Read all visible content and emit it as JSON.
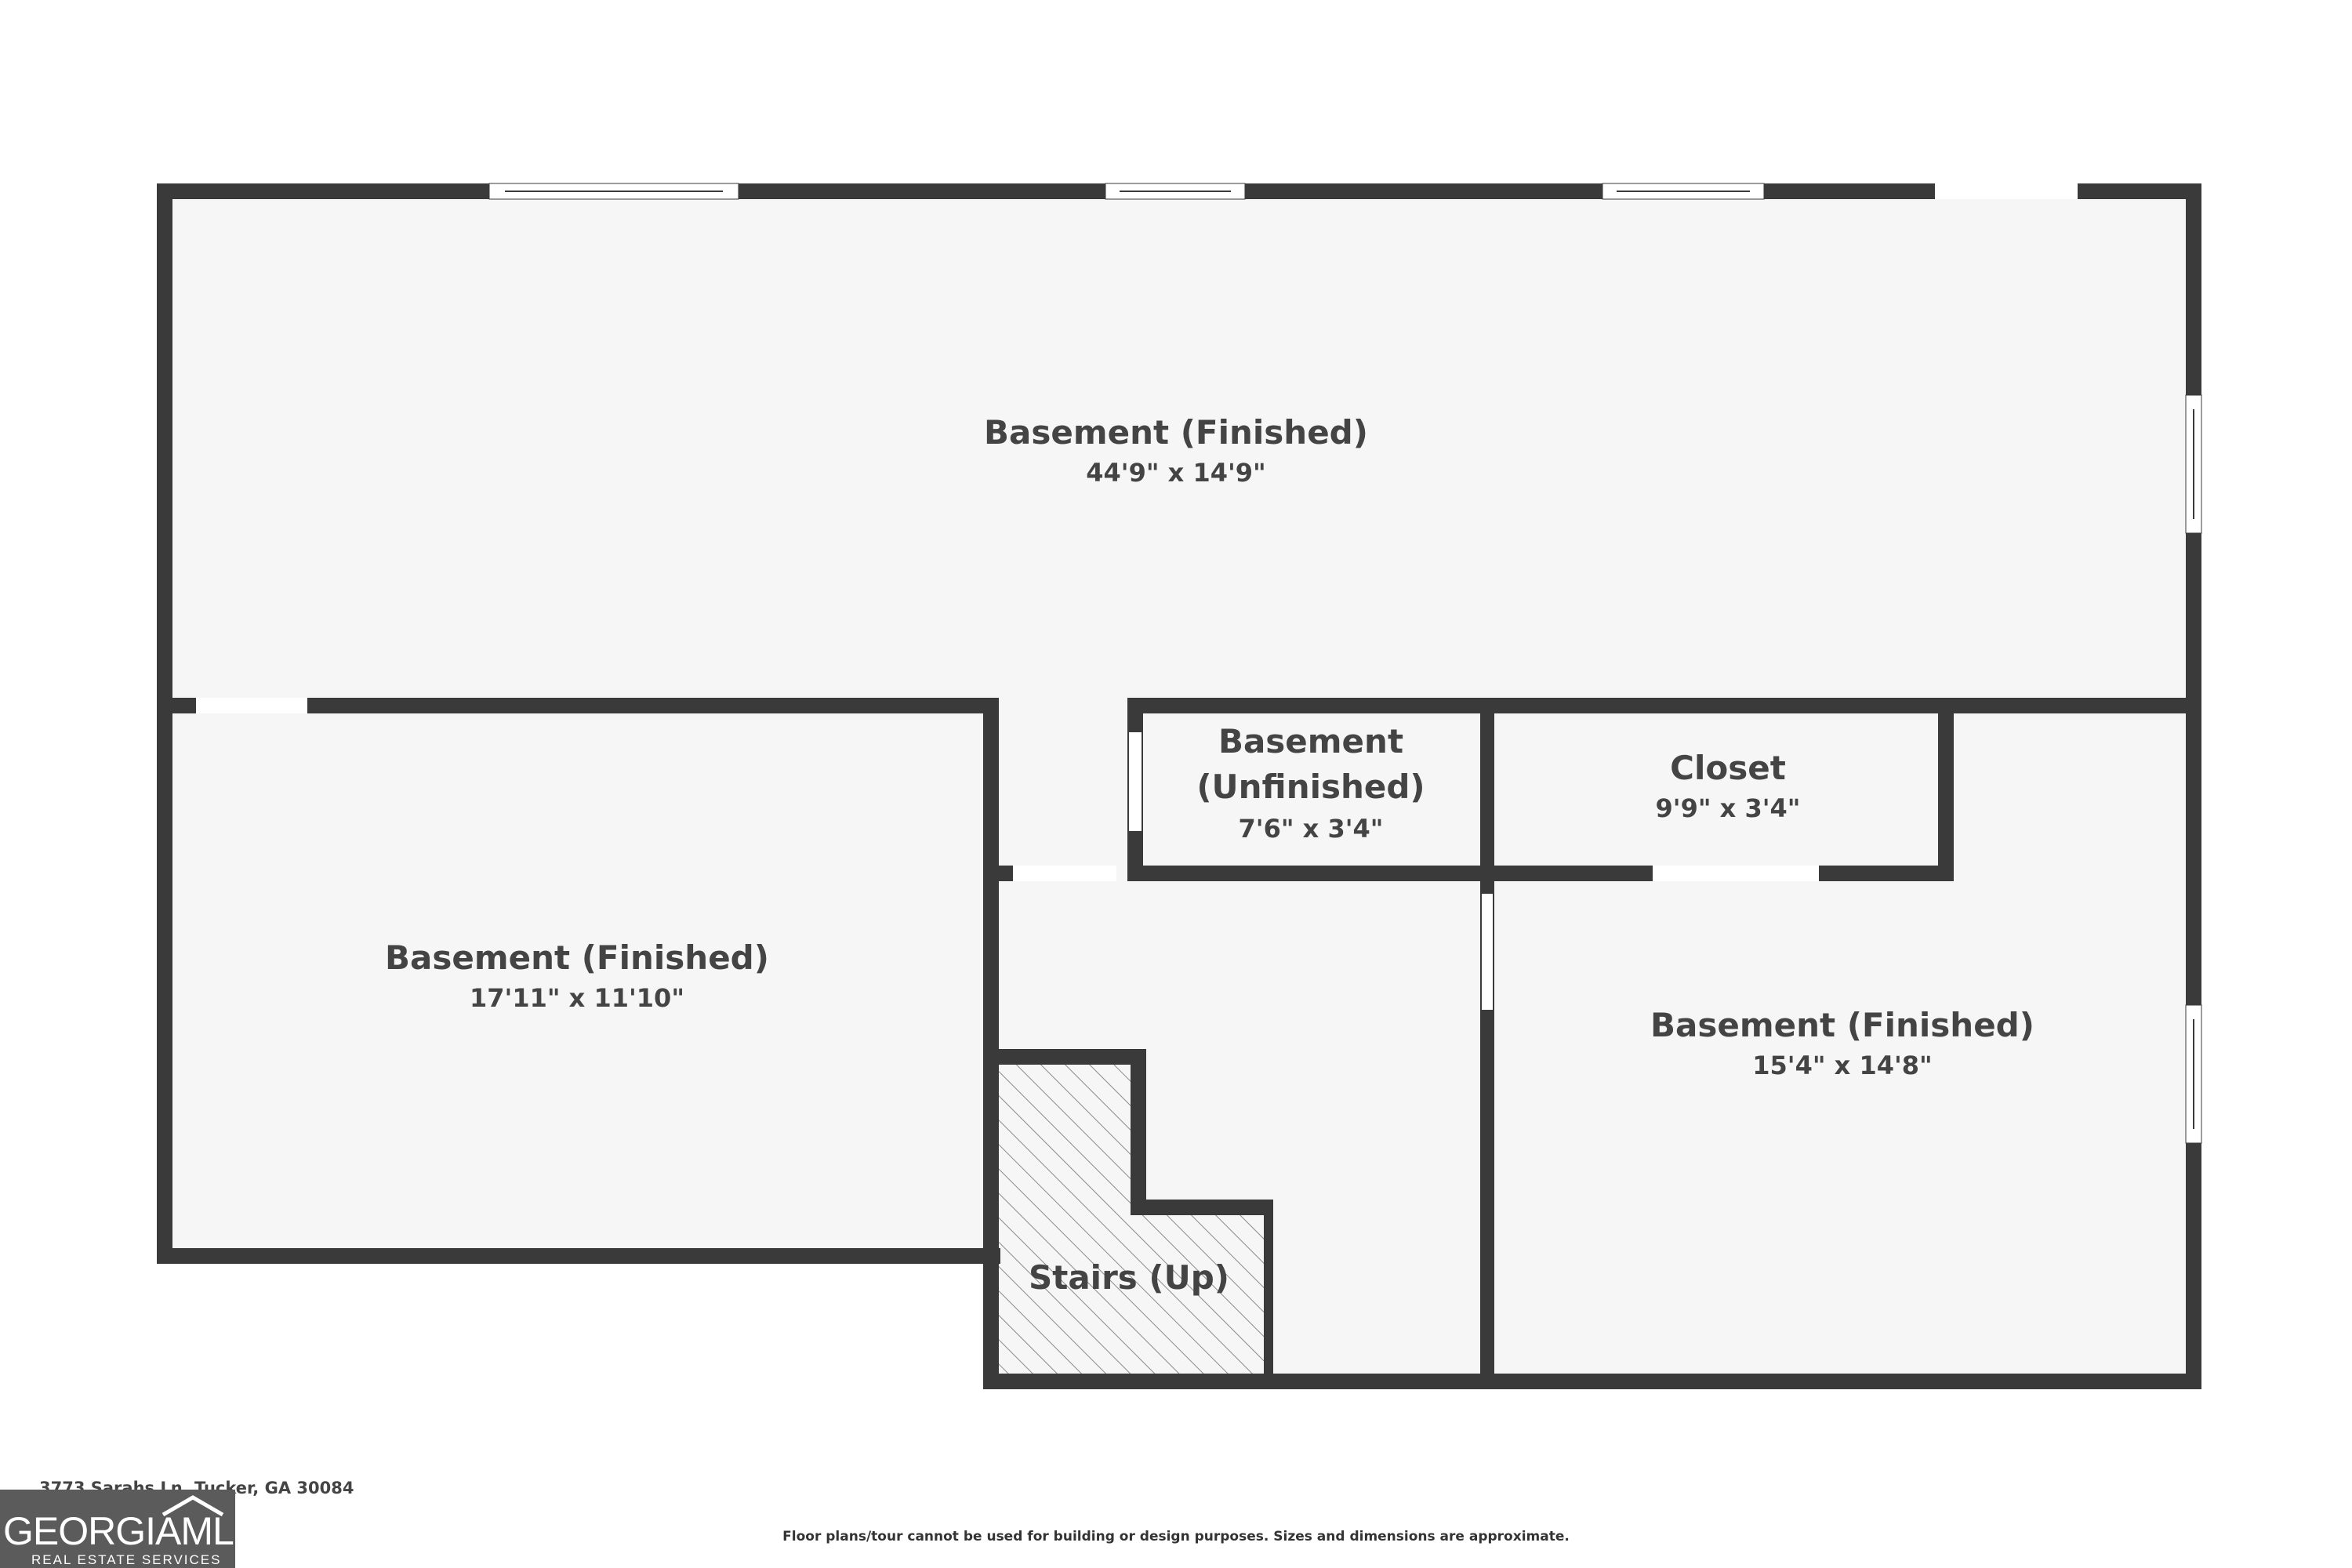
{
  "rooms": {
    "basement_top": {
      "name": "Basement (Finished)",
      "dims": "44'9\" x 14'9\""
    },
    "basement_left": {
      "name": "Basement (Finished)",
      "dims": "17'11\" x 11'10\""
    },
    "basement_unfinished": {
      "name_line1": "Basement",
      "name_line2": "(Unfinished)",
      "dims": "7'6\" x 3'4\""
    },
    "closet": {
      "name": "Closet",
      "dims": "9'9\" x 3'4\""
    },
    "basement_right": {
      "name": "Basement (Finished)",
      "dims": "15'4\" x 14'8\""
    },
    "stairs": {
      "name": "Stairs (Up)"
    }
  },
  "footer": {
    "address": "3773 Sarahs Ln, Tucker, GA 30084",
    "disclaimer": "Floor plans/tour cannot be used for building or design purposes. Sizes and dimensions are approximate."
  },
  "logo": {
    "main": "GEORGIAMLS",
    "sub": "REAL ESTATE SERVICES"
  },
  "colors": {
    "wall": "#3a3a3a",
    "floor": "#f6f6f6",
    "text": "#444444",
    "logo_bg": "#5b5b5b"
  }
}
